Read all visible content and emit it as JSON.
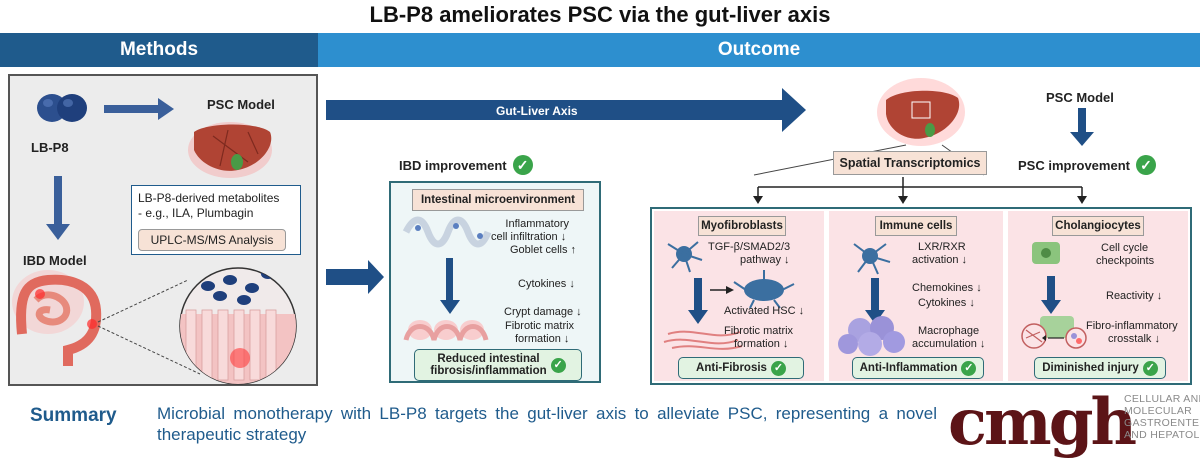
{
  "title": "LB-P8 ameliorates PSC via the gut-liver axis",
  "headers": {
    "methods": "Methods",
    "outcome": "Outcome"
  },
  "methods": {
    "lbp8": "LB-P8",
    "psc_model": "PSC Model",
    "ibd_model": "IBD Model",
    "metabolites_title": "LB-P8-derived metabolites",
    "metabolites_example": "- e.g., ILA, Plumbagin",
    "uplc": "UPLC-MS/MS Analysis"
  },
  "outcome": {
    "gut_liver_axis": "Gut-Liver Axis",
    "ibd_improvement": "IBD improvement",
    "intestinal_microenvironment": "Intestinal microenvironment",
    "inflammatory": "Inflammatory",
    "cell_infiltration": "cell infiltration",
    "goblet_cells": "Goblet cells",
    "cytokines": "Cytokines",
    "crypt_damage": "Crypt damage",
    "fibrotic_matrix": "Fibrotic matrix",
    "formation": "formation",
    "reduced_1": "Reduced intestinal",
    "reduced_2": "fibrosis/inflammation",
    "spatial": "Spatial Transcriptomics",
    "psc_model": "PSC Model",
    "psc_improvement": "PSC improvement"
  },
  "cells": {
    "myofibroblasts": {
      "title": "Myofibroblasts",
      "tgf_1": "TGF-β/SMAD2/3",
      "tgf_2": "pathway",
      "activated_hsc": "Activated HSC",
      "fibrotic_1": "Fibrotic matrix",
      "fibrotic_2": "formation",
      "result": "Anti-Fibrosis"
    },
    "immune": {
      "title": "Immune cells",
      "lxr_1": "LXR/RXR",
      "lxr_2": "activation",
      "chemokines": "Chemokines",
      "cytokines": "Cytokines",
      "macro_1": "Macrophage",
      "macro_2": "accumulation",
      "result": "Anti-Inflammation"
    },
    "cholangiocytes": {
      "title": "Cholangiocytes",
      "cycle_1": "Cell cycle",
      "cycle_2": "checkpoints",
      "reactivity": "Reactivity",
      "fibro_1": "Fibro-inflammatory",
      "fibro_2": "crosstalk",
      "result": "Diminished injury"
    }
  },
  "summary": {
    "label": "Summary",
    "text": "Microbial monotherapy with LB-P8 targets the gut-liver axis to alleviate PSC, representing a novel therapeutic strategy"
  },
  "logo": {
    "wordmark": "cmgh",
    "line1": "CELLULAR AND",
    "line2": "MOLECULAR",
    "line3": "GASTROENTEROLOGY",
    "line4": "AND HEPATOLOGY"
  },
  "symbols": {
    "down": "↓",
    "up": "↑",
    "check": "✓"
  },
  "colors": {
    "navy": "#1f5b8c",
    "blue": "#2d8fcf",
    "green": "#3aa44a",
    "logo": "#5c1417",
    "teal_border": "#2f6b77"
  },
  "icons": [
    "bacteria-icon",
    "liver-icon",
    "intestine-icon",
    "villi-icon",
    "fibroblast-icon",
    "macrophage-icon",
    "cholangiocyte-icon",
    "check-icon",
    "arrow-icon"
  ]
}
